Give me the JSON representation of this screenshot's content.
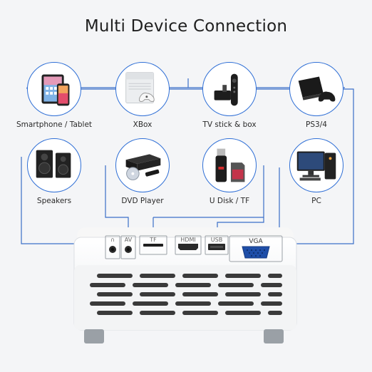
{
  "title": "Multi Device Connection",
  "devices": [
    {
      "label": "Smartphone / Tablet",
      "icon": "phone-tablet-icon"
    },
    {
      "label": "XBox",
      "icon": "xbox-icon"
    },
    {
      "label": "TV stick & box",
      "icon": "tv-stick-icon"
    },
    {
      "label": "PS3/4",
      "icon": "ps4-icon"
    },
    {
      "label": "Speakers",
      "icon": "speakers-icon"
    },
    {
      "label": "DVD Player",
      "icon": "dvd-player-icon"
    },
    {
      "label": "U Disk / TF",
      "icon": "usb-sd-icon"
    },
    {
      "label": "PC",
      "icon": "pc-icon"
    }
  ],
  "ports": {
    "headphone": "∩",
    "av": "AV",
    "tf": "TF",
    "hdmi": "HDMI",
    "usb": "USB",
    "vga": "VGA"
  },
  "colors": {
    "accent": "#2f6fd6",
    "wire": "#3a6fc8"
  }
}
